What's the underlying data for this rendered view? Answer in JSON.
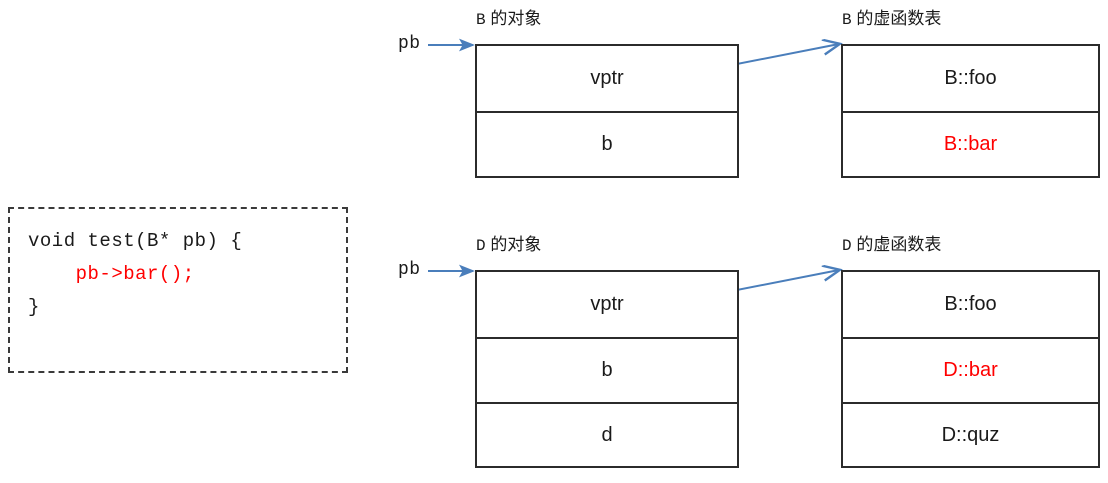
{
  "code_box": {
    "lines": [
      {
        "text": "void test(B* pb) {",
        "color": "black"
      },
      {
        "text": "    pb->bar();",
        "color": "red"
      },
      {
        "text": "}",
        "color": "black"
      }
    ],
    "line1": "void test(B* pb) {",
    "line2": "    pb->bar();",
    "line3": "}"
  },
  "pointers": {
    "top_label": "pb",
    "bottom_label": "pb"
  },
  "captions": {
    "b_object_latin": "B",
    "b_object_cn": " 的对象",
    "b_vtable_latin": "B",
    "b_vtable_cn": " 的虚函数表",
    "d_object_latin": "D",
    "d_object_cn": " 的对象",
    "d_vtable_latin": "D",
    "d_vtable_cn": " 的虚函数表"
  },
  "b_object": {
    "rows": [
      {
        "label": "vptr",
        "color": "black"
      },
      {
        "label": "b",
        "color": "black"
      }
    ],
    "row0": "vptr",
    "row1": "b"
  },
  "d_object": {
    "rows": [
      {
        "label": "vptr",
        "color": "black"
      },
      {
        "label": "b",
        "color": "black"
      },
      {
        "label": "d",
        "color": "black"
      }
    ],
    "row0": "vptr",
    "row1": "b",
    "row2": "d"
  },
  "b_vtable": {
    "rows": [
      {
        "label": "B::foo",
        "color": "black"
      },
      {
        "label": "B::bar",
        "color": "red"
      }
    ],
    "row0": "B::foo",
    "row1": "B::bar"
  },
  "d_vtable": {
    "rows": [
      {
        "label": "B::foo",
        "color": "black"
      },
      {
        "label": "D::bar",
        "color": "red"
      },
      {
        "label": "D::quz",
        "color": "black"
      }
    ],
    "row0": "B::foo",
    "row1": "D::bar",
    "row2": "D::quz"
  },
  "colors": {
    "highlight_red": "#ff0000",
    "arrow_blue": "#4a7ebb",
    "border_black": "#2b2b2b",
    "text_black": "#1a1a1a",
    "background": "#ffffff"
  }
}
